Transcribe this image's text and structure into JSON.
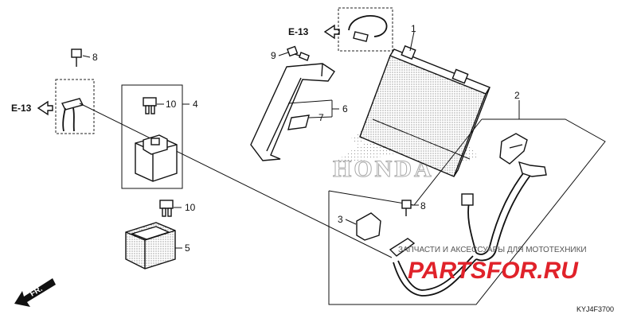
{
  "refs": {
    "ref_top": "E-13",
    "ref_left": "E-13"
  },
  "callouts": {
    "c1": "1",
    "c2": "2",
    "c3": "3",
    "c4": "4",
    "c5": "5",
    "c6": "6",
    "c7": "7",
    "c8a": "8",
    "c8b": "8",
    "c9": "9",
    "c10a": "10",
    "c10b": "10"
  },
  "direction": {
    "front": "FR."
  },
  "logo": {
    "brand": "HONDA"
  },
  "watermark": {
    "tagline": "ЗАПЧАСТИ И АКСЕССУАРЫ ДЛЯ МОТОТЕХНИКИ",
    "site": "PARTSFOR.RU"
  },
  "diagram_code": "KYJ4F3700",
  "colors": {
    "line": "#111111",
    "watermark_red": "#e0222a"
  }
}
